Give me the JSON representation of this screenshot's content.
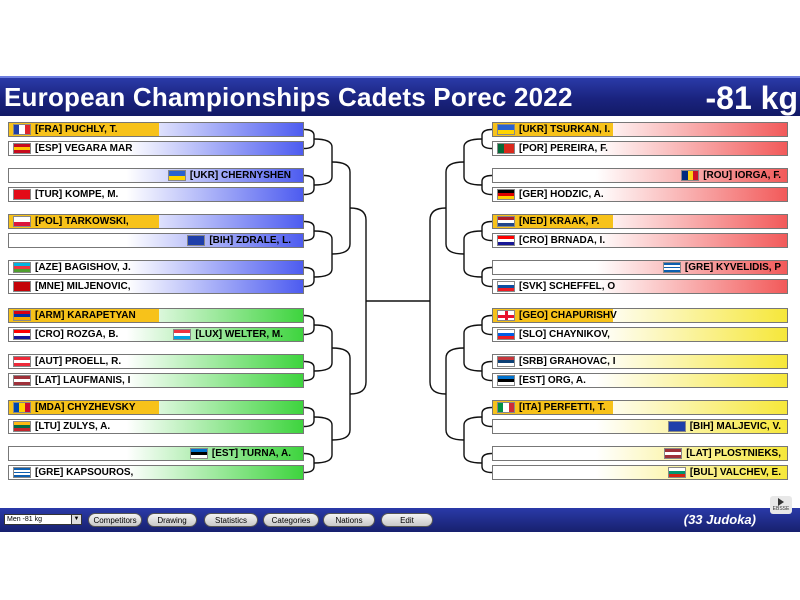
{
  "header": {
    "title": "European Championships Cadets Porec 2022",
    "weight": "-81 kg"
  },
  "footer": {
    "weight_select": "Men -81 kg",
    "buttons": [
      "Competitors",
      "Drawing",
      "Statistics",
      "Categories",
      "Nations",
      "Edit"
    ],
    "count": "(33 Judoka)"
  },
  "colors": {
    "blue_pool": "#4d5cf0",
    "red_pool": "#f25a5a",
    "green_pool": "#3ed43e",
    "yellow_pool": "#f6e73a",
    "highlight": "#f7c21a",
    "title_bar": "#1a237e"
  },
  "left_pools": [
    {
      "color": "blue",
      "slots": [
        {
          "text": "[FRA] PUCHLY, T.",
          "flag": "FRA",
          "align": "left",
          "highlight": true
        },
        {
          "text": "[ESP] VEGARA MAR",
          "flag": "ESP",
          "align": "left"
        },
        {
          "text": "[UKR] CHERNYSHEN",
          "flag": "UKR",
          "align": "right"
        },
        {
          "text": "[TUR] KOMPE, M.",
          "flag": "TUR",
          "align": "left"
        },
        {
          "text": "[POL] TARKOWSKI,",
          "flag": "POL",
          "align": "left",
          "highlight": true
        },
        {
          "text": "[BIH]  ZDRALE, L.",
          "flag": "BIH",
          "align": "right"
        },
        {
          "text": "[AZE] BAGISHOV, J.",
          "flag": "AZE",
          "align": "left"
        },
        {
          "text": "[MNE] MILJENOVIC,",
          "flag": "MNE",
          "align": "left"
        }
      ]
    },
    {
      "color": "green",
      "slots": [
        {
          "text": "[ARM] KARAPETYAN",
          "flag": "ARM",
          "align": "left",
          "highlight": true
        },
        {
          "text": "[CRO] ROZGA, B.",
          "flag": "CRO",
          "align": "left",
          "extra": {
            "text": "[LUX] WELTER, M.",
            "flag": "LUX"
          }
        },
        {
          "text": "[AUT] PROELL, R.",
          "flag": "AUT",
          "align": "left"
        },
        {
          "text": "[LAT] LAUFMANIS, I",
          "flag": "LAT",
          "align": "left"
        },
        {
          "text": "[MDA] CHYZHEVSKY",
          "flag": "MDA",
          "align": "left",
          "highlight": true
        },
        {
          "text": "[LTU] ZULYS, A.",
          "flag": "LTU",
          "align": "left"
        },
        {
          "text": "[EST] TURNA, A.",
          "flag": "EST",
          "align": "right"
        },
        {
          "text": "[GRE] KAPSOUROS,",
          "flag": "GRE",
          "align": "left"
        }
      ]
    }
  ],
  "right_pools": [
    {
      "color": "red",
      "slots": [
        {
          "text": "[UKR] TSURKAN, I.",
          "flag": "UKR",
          "align": "left",
          "highlight": true
        },
        {
          "text": "[POR] PEREIRA, F.",
          "flag": "POR",
          "align": "left"
        },
        {
          "text": "[ROU] IORGA, F.",
          "flag": "ROU",
          "align": "right"
        },
        {
          "text": "[GER] HODZIC, A.",
          "flag": "GER",
          "align": "left"
        },
        {
          "text": "[NED] KRAAK, P.",
          "flag": "NED",
          "align": "left",
          "highlight": true
        },
        {
          "text": "[CRO] BRNADA, I.",
          "flag": "CRO",
          "align": "left"
        },
        {
          "text": "[GRE] KYVELIDIS, P",
          "flag": "GRE",
          "align": "right"
        },
        {
          "text": "[SVK] SCHEFFEL, O",
          "flag": "SVK",
          "align": "left"
        }
      ]
    },
    {
      "color": "yellow",
      "slots": [
        {
          "text": "[GEO] CHAPURISHV",
          "flag": "GEO",
          "align": "left",
          "highlight": true
        },
        {
          "text": "[SLO] CHAYNIKOV,",
          "flag": "SLO",
          "align": "left"
        },
        {
          "text": "[SRB] GRAHOVAC, I",
          "flag": "SRB",
          "align": "left"
        },
        {
          "text": "[EST] ORG, A.",
          "flag": "EST",
          "align": "left"
        },
        {
          "text": "[ITA]  PERFETTI, T.",
          "flag": "ITA",
          "align": "left",
          "highlight": true
        },
        {
          "text": "[BIH]  MALJEVIC, V.",
          "flag": "BIH",
          "align": "right"
        },
        {
          "text": "[LAT] PLOSTNIEKS,",
          "flag": "LAT",
          "align": "right"
        },
        {
          "text": "[BUL] VALCHEV, E.",
          "flag": "BUL",
          "align": "right"
        }
      ]
    }
  ]
}
